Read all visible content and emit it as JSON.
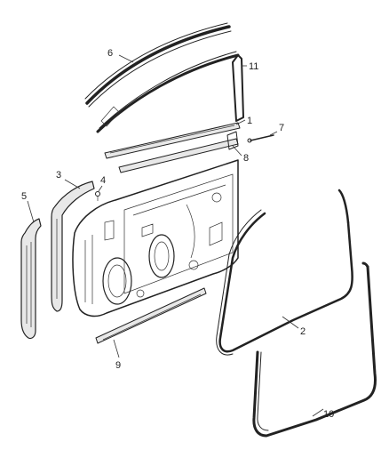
{
  "callouts": [
    {
      "id": "1",
      "text": "1"
    },
    {
      "id": "2",
      "text": "2"
    },
    {
      "id": "3",
      "text": "3"
    },
    {
      "id": "4",
      "text": "4"
    },
    {
      "id": "5",
      "text": "5"
    },
    {
      "id": "6",
      "text": "6"
    },
    {
      "id": "7",
      "text": "7"
    },
    {
      "id": "8",
      "text": "8"
    },
    {
      "id": "9",
      "text": "9"
    },
    {
      "id": "10",
      "text": "10"
    },
    {
      "id": "11",
      "text": "11"
    }
  ],
  "colors": {
    "line": "#222222",
    "background": "#ffffff",
    "shade": "#e8e8e8"
  }
}
